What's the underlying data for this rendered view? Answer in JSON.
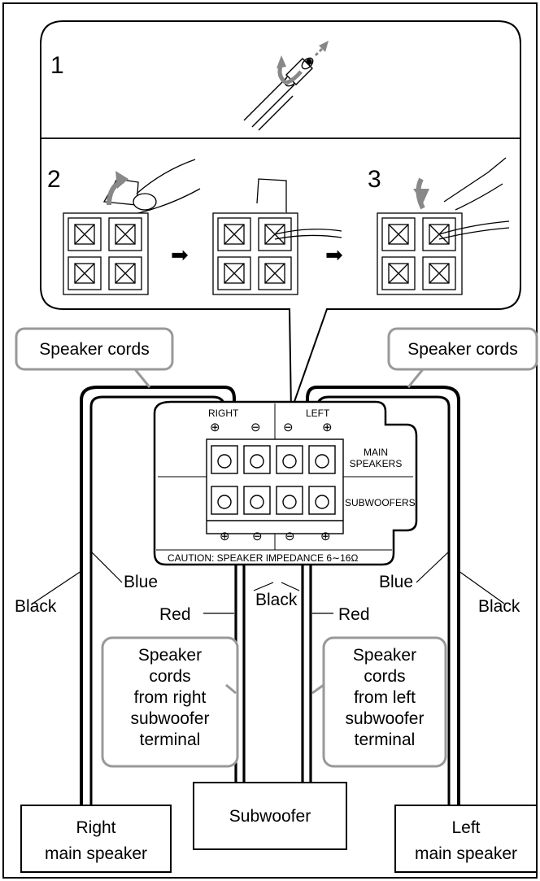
{
  "steps": {
    "s1": "1",
    "s2": "2",
    "s3": "3"
  },
  "callouts": {
    "cords_left": "Speaker cords",
    "cords_right": "Speaker cords"
  },
  "panel": {
    "right": "RIGHT",
    "left": "LEFT",
    "plus": "⊕",
    "minus": "⊖",
    "main": [
      "MAIN",
      "SPEAKERS"
    ],
    "sub": "SUBWOOFERS",
    "caution": "CAUTION: SPEAKER IMPEDANCE  6∼16Ω"
  },
  "wires": {
    "black": "Black",
    "blue": "Blue",
    "red": "Red"
  },
  "notes": {
    "right_sub": [
      "Speaker",
      "cords",
      "from right",
      "subwoofer",
      "terminal"
    ],
    "left_sub": [
      "Speaker",
      "cords",
      "from left",
      "subwoofer",
      "terminal"
    ]
  },
  "boxes": {
    "right_speaker": [
      "Right",
      "main speaker"
    ],
    "subwoofer": "Subwoofer",
    "left_speaker": [
      "Left",
      "main speaker"
    ]
  }
}
